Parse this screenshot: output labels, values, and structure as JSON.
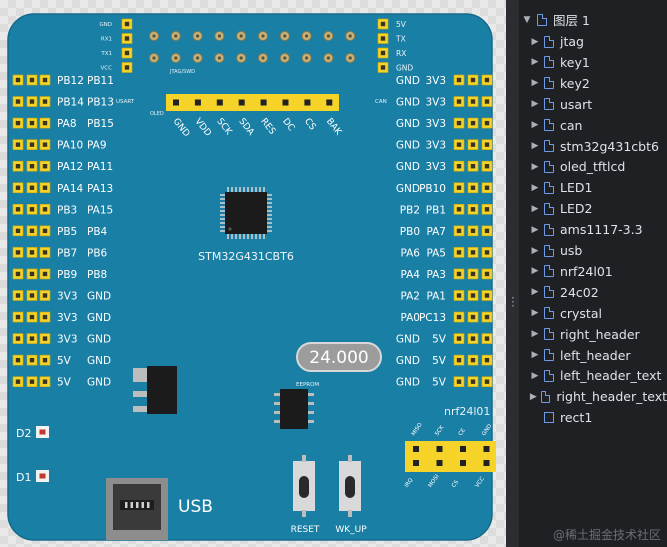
{
  "board": {
    "chip_label": "STM32G431CBT6",
    "crystal_value": "24.000",
    "eeprom_label": "EEPROM",
    "usb_label": "USB",
    "reset_label": "RESET",
    "wkup_label": "WK_UP",
    "d1_label": "D1",
    "d2_label": "D2",
    "jtag_label": "JTAG/SWD",
    "oled_label": "OLED",
    "nrf_label": "nrf24l01",
    "usart_pins": [
      "GND",
      "RX1",
      "TX1",
      "VCC"
    ],
    "usart_label": "USART",
    "can_pins": [
      "5V",
      "TX",
      "RX",
      "GND"
    ],
    "can_label": "CAN",
    "oled_pins": [
      "GND",
      "VDD",
      "SCK",
      "SDA",
      "RES",
      "DC",
      "CS",
      "BAK"
    ],
    "nrf_top_pins": [
      "MISO",
      "SCK",
      "CE",
      "GND"
    ],
    "nrf_bottom_pins": [
      "IRQ",
      "MOSI",
      "CS",
      "VCC"
    ],
    "left_pins": [
      [
        "PB12",
        "PB11"
      ],
      [
        "PB14",
        "PB13"
      ],
      [
        "PA8",
        "PB15"
      ],
      [
        "PA10",
        "PA9"
      ],
      [
        "PA12",
        "PA11"
      ],
      [
        "PA14",
        "PA13"
      ],
      [
        "PB3",
        "PA15"
      ],
      [
        "PB5",
        "PB4"
      ],
      [
        "PB7",
        "PB6"
      ],
      [
        "PB9",
        "PB8"
      ],
      [
        "3V3",
        "GND"
      ],
      [
        "3V3",
        "GND"
      ],
      [
        "3V3",
        "GND"
      ],
      [
        "5V",
        "GND"
      ],
      [
        "5V",
        "GND"
      ]
    ],
    "right_pins": [
      [
        "GND",
        "3V3"
      ],
      [
        "GND",
        "3V3"
      ],
      [
        "GND",
        "3V3"
      ],
      [
        "GND",
        "3V3"
      ],
      [
        "GND",
        "3V3"
      ],
      [
        "GND",
        "PB10"
      ],
      [
        "PB2",
        "PB1"
      ],
      [
        "PB0",
        "PA7"
      ],
      [
        "PA6",
        "PA5"
      ],
      [
        "PA4",
        "PA3"
      ],
      [
        "PA2",
        "PA1"
      ],
      [
        "PA0",
        "PC13"
      ],
      [
        "GND",
        "5V"
      ],
      [
        "GND",
        "5V"
      ],
      [
        "GND",
        "5V"
      ]
    ]
  },
  "layers": {
    "root": "图层 1",
    "items": [
      "jtag",
      "key1",
      "key2",
      "usart",
      "can",
      "stm32g431cbt6",
      "oled_tftlcd",
      "LED1",
      "LED2",
      "ams1117-3.3",
      "usb",
      "nrf24l01",
      "24c02",
      "crystal",
      "right_header",
      "left_header",
      "left_header_text",
      "right_header_text",
      "rect1"
    ]
  },
  "watermark": "@稀土掘金技术社区",
  "colors": {
    "board": "#1a7fa5",
    "header": "#f5d328",
    "panel": "#1f2024"
  }
}
